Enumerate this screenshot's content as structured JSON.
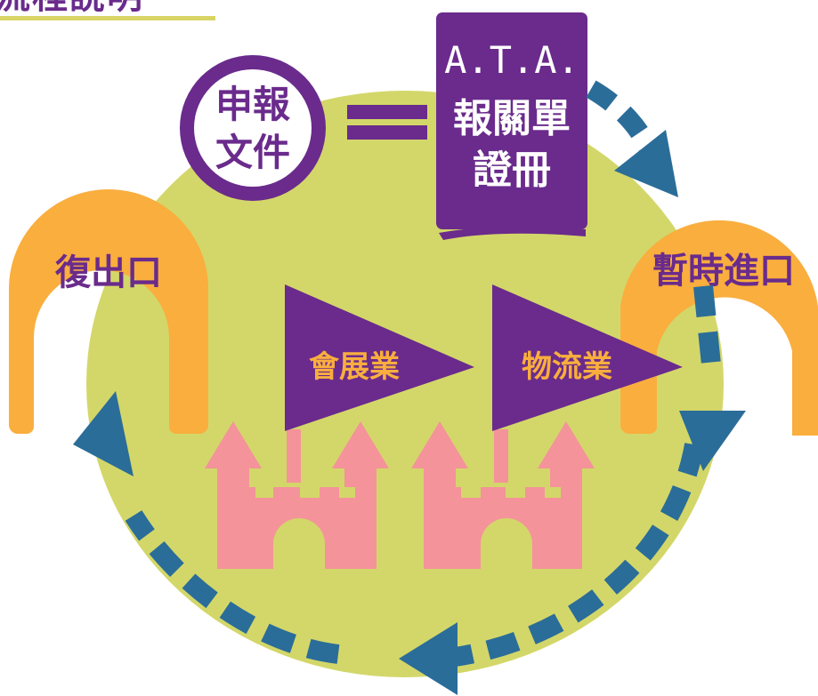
{
  "header": {
    "title": "流程說明"
  },
  "diagram": {
    "document_badge": "申報\n文件",
    "document_badge_line1": "申報",
    "document_badge_line2": "文件",
    "booklet": {
      "line1": "A.T.A.",
      "line2": "報關單",
      "line3": "證冊"
    },
    "gate_left": "復出口",
    "gate_right": "暫時進口",
    "flag_left": "會展業",
    "flag_right": "物流業"
  },
  "colors": {
    "circle": "#d3d769",
    "purple": "#6a2b8c",
    "orange": "#f9ae3e",
    "orange_text": "#f9ae3e",
    "pink": "#f4939a",
    "arrow_blue": "#2b6d99"
  }
}
